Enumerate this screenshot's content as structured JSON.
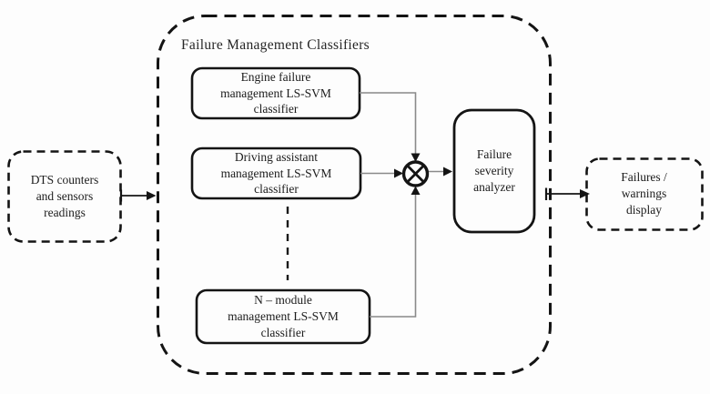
{
  "diagram": {
    "title": "Failure Management Classifiers",
    "input_box": {
      "label": "DTS counters\nand sensors\nreadings"
    },
    "classifiers": [
      {
        "label": "Engine failure\nmanagement LS-SVM\nclassifier"
      },
      {
        "label": "Driving assistant\nmanagement LS-SVM\nclassifier"
      },
      {
        "label": "N – module\nmanagement LS-SVM\nclassifier"
      }
    ],
    "combiner": {
      "symbol": "otimes-multiplier"
    },
    "analyzer_box": {
      "label": "Failure\nseverity\nanalyzer"
    },
    "output_box": {
      "label": "Failures /\nwarnings\ndisplay"
    },
    "colors": {
      "line": "#141414",
      "connector": "#8a8a8a",
      "background": "#fdfdfd",
      "text": "#1c1c1c"
    }
  }
}
